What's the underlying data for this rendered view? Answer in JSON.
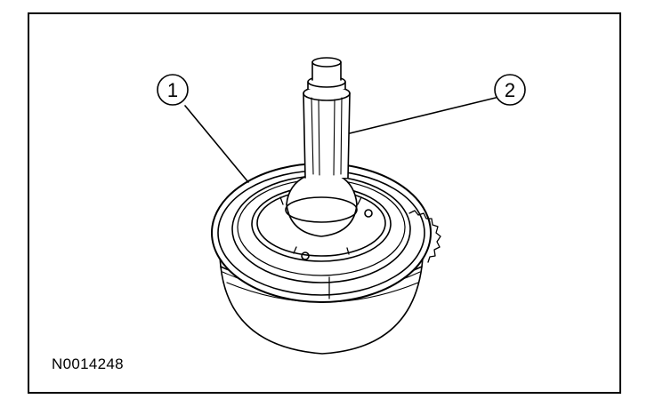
{
  "figure": {
    "code": "N0014248",
    "callouts": [
      {
        "number": "1"
      },
      {
        "number": "2"
      }
    ]
  },
  "colors": {
    "line": "#000000",
    "background": "#ffffff"
  }
}
